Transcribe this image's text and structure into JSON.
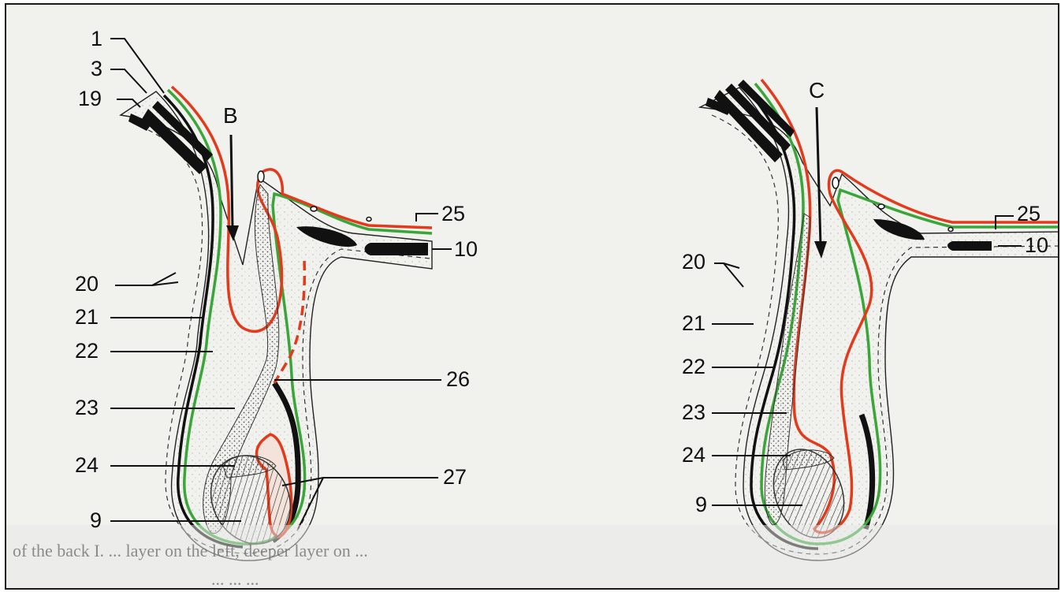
{
  "panel_left": {
    "arrow_label": "B",
    "labels": {
      "l1": "1",
      "l3": "3",
      "l19": "19",
      "l20": "20",
      "l21": "21",
      "l22": "22",
      "l23": "23",
      "l24": "24",
      "l9": "9",
      "l25": "25",
      "l10": "10",
      "l26": "26",
      "l27": "27"
    }
  },
  "panel_right": {
    "arrow_label": "C",
    "labels": {
      "l20": "20",
      "l21": "21",
      "l22": "22",
      "l23": "23",
      "l24": "24",
      "l9": "9",
      "l25": "25",
      "l10": "10"
    }
  },
  "bleed_caption": {
    "line1": "of the back I. ... layer on the left, deeper layer on ...",
    "line2": "... ... ..."
  },
  "colors": {
    "background": "#f1f1ee",
    "red_layer": "#e33a1c",
    "green_layer": "#3aa63a",
    "black_layer": "#111111",
    "stipple_fill": "#d9d4cc"
  }
}
